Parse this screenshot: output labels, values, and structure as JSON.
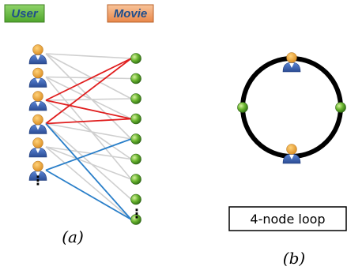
{
  "panel_a": {
    "user_header": "User",
    "movie_header": "Movie",
    "user_count": 6,
    "movie_count": 9,
    "more_users": "⋮",
    "more_movies": "⋮",
    "caption": "(a)",
    "edges": {
      "gray": [
        [
          0,
          0
        ],
        [
          0,
          2
        ],
        [
          0,
          4
        ],
        [
          1,
          1
        ],
        [
          1,
          3
        ],
        [
          1,
          6
        ],
        [
          2,
          2
        ],
        [
          2,
          5
        ],
        [
          3,
          4
        ],
        [
          3,
          7
        ],
        [
          4,
          5
        ],
        [
          4,
          6
        ],
        [
          4,
          8
        ]
      ],
      "red": [
        [
          2,
          0
        ],
        [
          2,
          3
        ],
        [
          3,
          0
        ],
        [
          3,
          3
        ]
      ],
      "blue": [
        [
          3,
          8
        ],
        [
          5,
          4
        ],
        [
          5,
          8
        ]
      ]
    },
    "colors": {
      "user_header_bg": "#6cc24a",
      "movie_header_bg": "#f2a774",
      "header_text": "#1f4e8c",
      "gray_edge": "#cfcfcf",
      "red_edge": "#e01e1e",
      "blue_edge": "#2a7fc9",
      "movie_node": "#5a9e2a",
      "user_body": "#3a5fb0",
      "user_head": "#e8a33a"
    }
  },
  "panel_b": {
    "label": "4-node loop",
    "caption": "(b)",
    "loop_users": 2,
    "loop_movies": 2
  }
}
